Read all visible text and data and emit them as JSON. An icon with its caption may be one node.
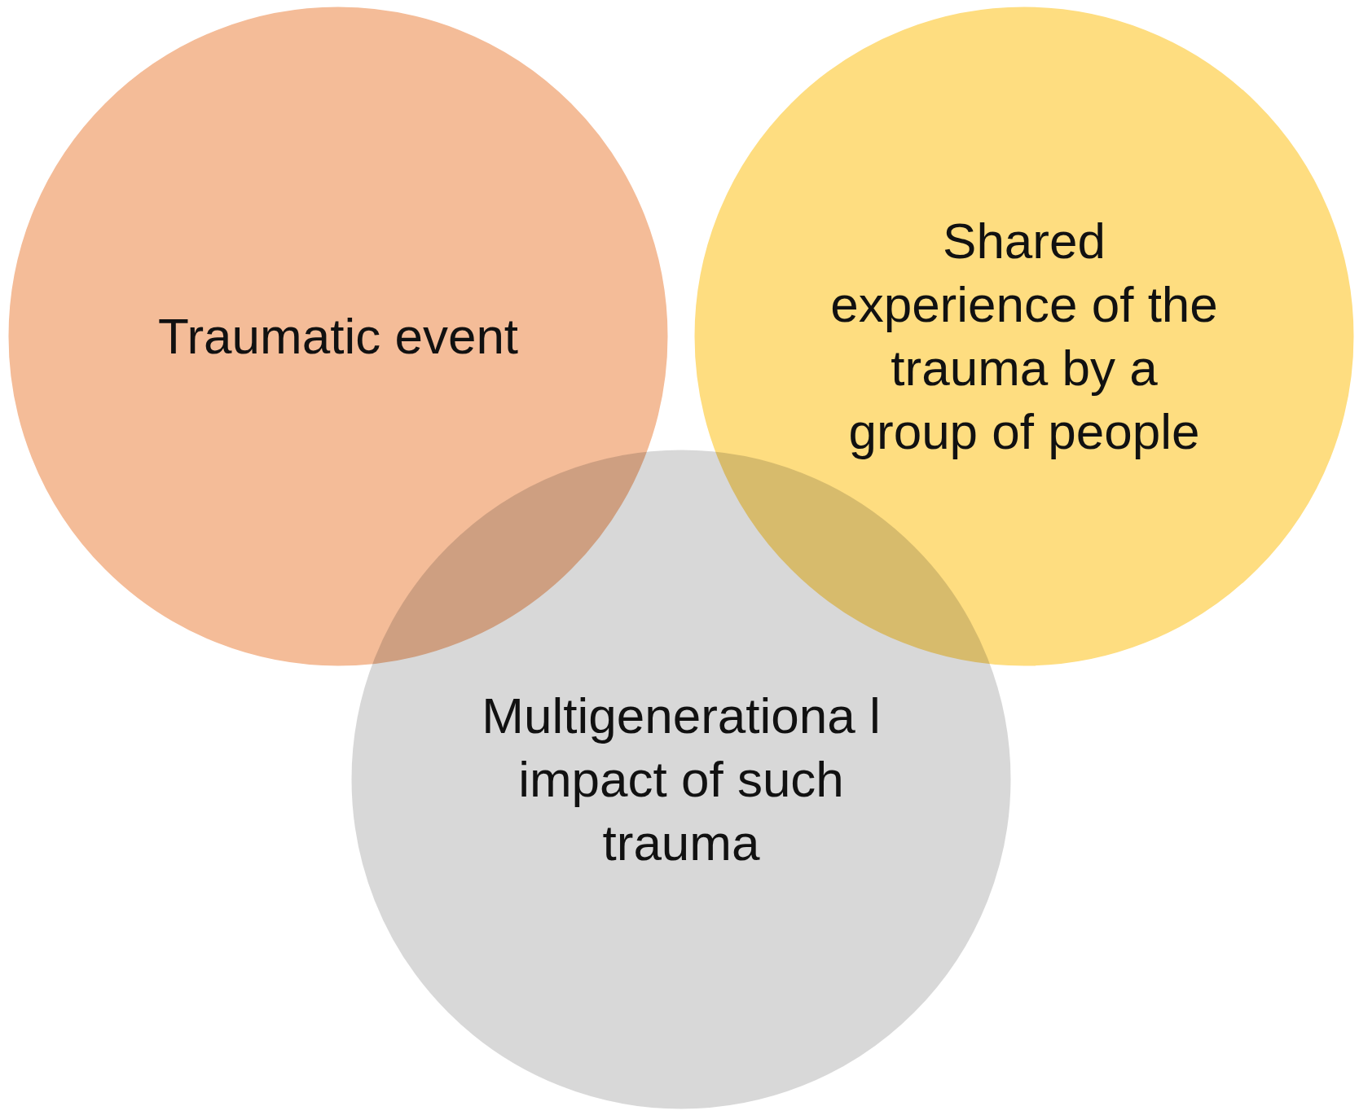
{
  "diagram": {
    "nodes": [
      {
        "text": [
          "Traumatic event"
        ]
      },
      {
        "text": [
          "Shared experience of the trauma by a group of people"
        ]
      },
      {
        "text": [
          "Multigenerationa l impact of such trauma"
        ]
      }
    ]
  }
}
